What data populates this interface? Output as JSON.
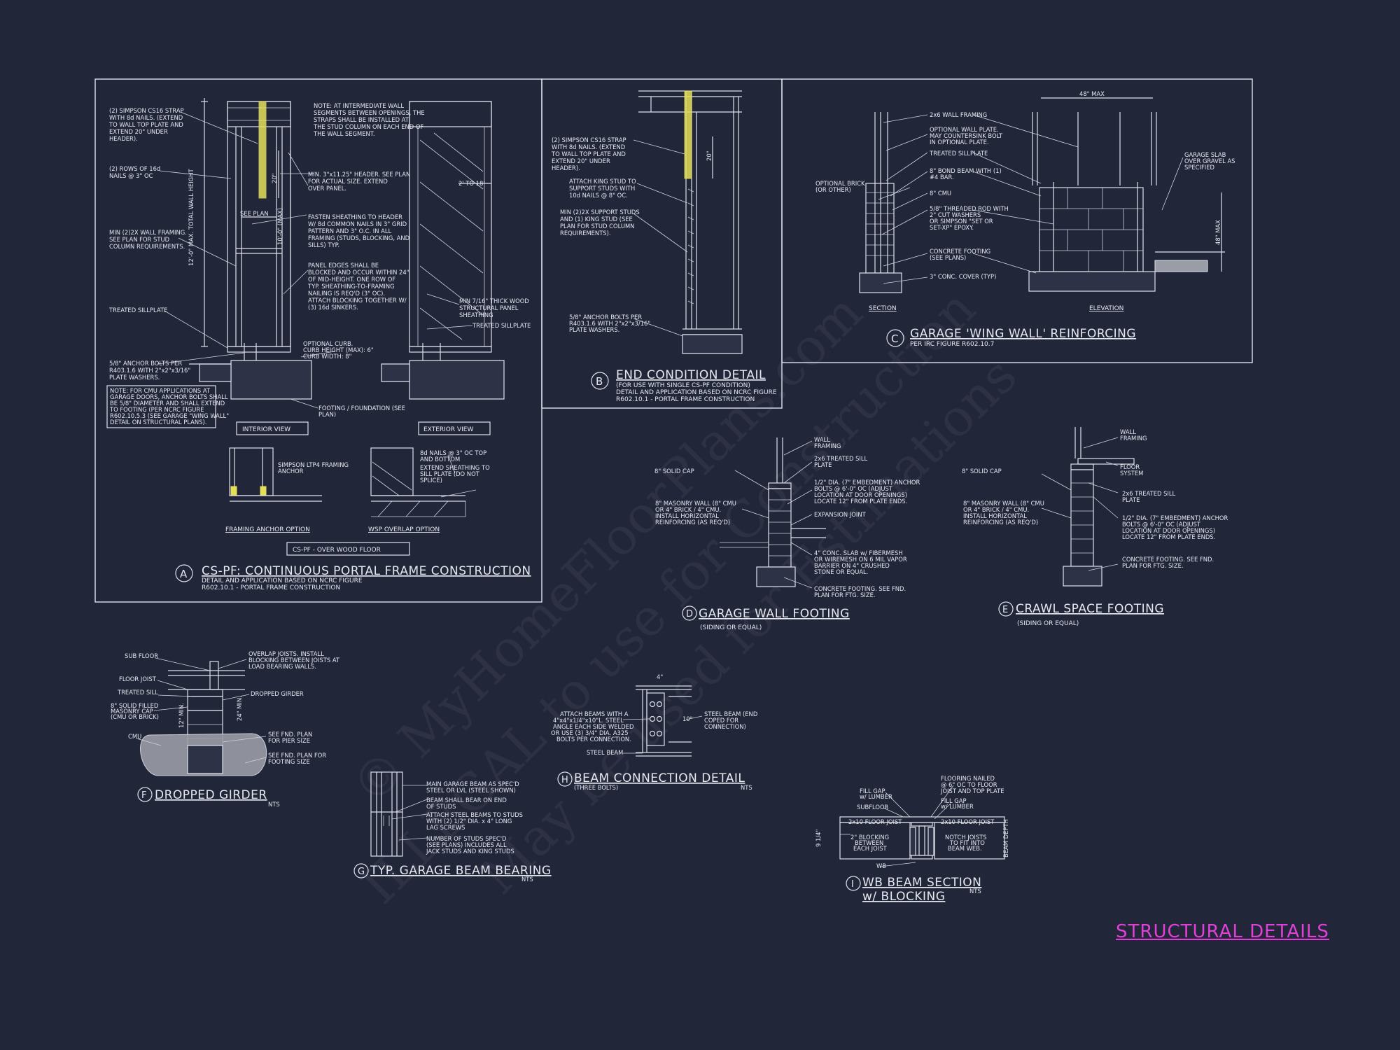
{
  "sheet_title": "STRUCTURAL DETAILS",
  "watermark": [
    "© MyHomeFloorPlans.com",
    "ILLEGAL to use for Construction",
    "May be used for Estimations"
  ],
  "detail_a": {
    "letter": "A",
    "title": "CS-PF: CONTINUOUS PORTAL FRAME CONSTRUCTION",
    "subtitle_1": "DETAIL AND APPLICATION BASED ON NCRC FIGURE",
    "subtitle_2": "R602.10.1 - PORTAL FRAME CONSTRUCTION",
    "interior_view": "INTERIOR VIEW",
    "exterior_view": "EXTERIOR VIEW",
    "framing_anchor_option": "FRAMING ANCHOR OPTION",
    "wsp_overlap_option": "WSP OVERLAP OPTION",
    "over_wood_floor": "CS-PF - OVER WOOD FLOOR",
    "dim_20": "20\"",
    "dim_2to18": "2' TO 18'",
    "dim_see_plan": "SEE PLAN",
    "dim_height_total": "12'-0\" MAX. TOTAL WALL HEIGHT",
    "dim_height_max": "10'-0\" (MAX)",
    "notes": {
      "strap": [
        "(2) SIMPSON CS16 STRAP",
        "WITH 8d NAILS. (EXTEND",
        "TO WALL TOP PLATE AND",
        "EXTEND 20\" UNDER",
        "HEADER)."
      ],
      "rows": [
        "(2) ROWS OF 16d",
        "NAILS @ 3\" OC"
      ],
      "framing": [
        "MIN (2)2X WALL FRAMING.",
        "SEE PLAN FOR STUD",
        "COLUMN REQUIREMENTS."
      ],
      "sillplate": [
        "TREATED SILLPLATE"
      ],
      "anchor": [
        "5/8\" ANCHOR BOLTS PER",
        "R403.1.6 WITH 2\"x2\"x3/16\"",
        "PLATE WASHERS."
      ],
      "cmu_note": [
        "NOTE: FOR CMU APPLICATIONS AT",
        "GARAGE DOORS, ANCHOR BOLTS SHALL",
        "BE 5/8\" DIAMETER AND SHALL EXTEND",
        "TO FOOTING (PER NCRC FIGURE",
        "R602.10.5.3 (SEE GARAGE \"WING WALL\"",
        "DETAIL ON STRUCTURAL PLANS)."
      ],
      "intermediate": [
        "NOTE: AT INTERMEDIATE WALL",
        "SEGMENTS BETWEEN OPENINGS, THE",
        "STRAPS SHALL BE INSTALLED AT",
        "THE STUD COLUMN ON EACH END OF",
        "THE WALL SEGMENT."
      ],
      "header": [
        "MIN. 3\"x11.25\" HEADER. SEE PLAN",
        "FOR ACTUAL SIZE. EXTEND",
        "OVER PANEL."
      ],
      "fasten": [
        "FASTEN SHEATHING TO HEADER",
        "W/ 8d COMMON NAILS IN 3\" GRID",
        "PATTERN AND 3\" O.C. IN ALL",
        "FRAMING (STUDS, BLOCKING, AND",
        "SILLS) TYP."
      ],
      "panel": [
        "PANEL EDGES SHALL BE",
        "BLOCKED AND OCCUR WITHIN 24\"",
        "OF MID-HEIGHT. ONE ROW OF",
        "TYP. SHEATHING-TO-FRAMING",
        "NAILING IS REQ'D (3\" OC).",
        "ATTACH BLOCKING TOGETHER W/",
        "(3) 16d SINKERS."
      ],
      "wood_panel": [
        "MIN 7/16\" THICK WOOD",
        "STRUCTURAL PANEL",
        "SHEATHING"
      ],
      "treated_right": [
        "TREATED SILLPLATE"
      ],
      "curb": [
        "OPTIONAL CURB.",
        "CURB HEIGHT (MAX): 6\"",
        "CURB WIDTH: 8\""
      ],
      "footing": [
        "FOOTING / FOUNDATION (SEE",
        "PLAN)"
      ],
      "simpson_ltp4": [
        "SIMPSON LTP4 FRAMING",
        "ANCHOR"
      ],
      "nails_8d": [
        "8d NAILS @ 3\" OC TOP",
        "AND BOTTOM"
      ],
      "extend_sheathing": [
        "EXTEND SHEATHING TO",
        "SILL PLATE (DO NOT",
        "SPLICE)"
      ]
    }
  },
  "detail_b": {
    "letter": "B",
    "title": "END CONDITION DETAIL",
    "subtitle_1": "(FOR USE WITH SINGLE CS-PF CONDITION)",
    "subtitle_2": "DETAIL AND APPLICATION BASED ON NCRC FIGURE",
    "subtitle_3": "R602.10.1 - PORTAL FRAME CONSTRUCTION",
    "dim_20": "20\"",
    "notes": {
      "strap": [
        "(2) SIMPSON CS16 STRAP",
        "WITH 8d NAILS. (EXTEND",
        "TO WALL TOP PLATE AND",
        "EXTEND 20\" UNDER",
        "HEADER)."
      ],
      "king": [
        "ATTACH KING STUD TO",
        "SUPPORT STUDS WITH",
        "10d NAILS @ 8\" OC."
      ],
      "support": [
        "MIN (2)2X SUPPORT STUDS",
        "AND (1) KING STUD (SEE",
        "PLAN FOR STUD COLUMN",
        "REQUIREMENTS)."
      ],
      "anchor": [
        "5/8\" ANCHOR BOLTS PER",
        "R403.1.6 WITH 2\"x2\"x3/16\"",
        "PLATE WASHERS."
      ]
    }
  },
  "detail_c": {
    "letter": "C",
    "title": "GARAGE 'WING WALL' REINFORCING",
    "subtitle": "PER IRC FIGURE R602.10.7",
    "section": "SECTION",
    "elevation": "ELEVATION",
    "dim_width": "48\" MAX",
    "dim_height": "48\" MAX",
    "notes": {
      "framing": [
        "2x6 WALL FRAMING"
      ],
      "optional_plate": [
        "OPTIONAL WALL PLATE.",
        "MAY COUNTERSINK BOLT",
        "IN OPTIONAL PLATE."
      ],
      "treated": [
        "TREATED SILLPLATE"
      ],
      "bond_beam": [
        "8\" BOND BEAM WITH (1)",
        "#4 BAR."
      ],
      "cmu": [
        "8\" CMU"
      ],
      "rod": [
        "5/8\" THREADED ROD WITH",
        "2\" CUT WASHERS",
        "OR SIMPSON \"SET OR",
        "SET-XP\" EPOXY."
      ],
      "footing": [
        "CONCRETE FOOTING",
        "(SEE PLANS)"
      ],
      "cover": [
        "3\" CONC. COVER (TYP)"
      ],
      "brick": [
        "OPTIONAL BRICK",
        "(OR OTHER)"
      ],
      "slab": [
        "GARAGE SLAB",
        "OVER GRAVEL AS",
        "SPECIFIED"
      ]
    }
  },
  "detail_d": {
    "letter": "D",
    "title": "GARAGE WALL FOOTING",
    "subtitle": "(SIDING OR EQUAL)",
    "notes": {
      "wall": [
        "WALL",
        "FRAMING"
      ],
      "sill": [
        "2x6 TREATED SILL",
        "PLATE"
      ],
      "cap": [
        "8\" SOLID CAP"
      ],
      "anchor": [
        "1/2\" DIA. (7\" EMBEDMENT) ANCHOR",
        "BOLTS @ 6'-0\" OC (ADJUST",
        "LOCATION AT DOOR OPENINGS)",
        "LOCATE 12\" FROM PLATE ENDS."
      ],
      "masonry": [
        "8\" MASONRY WALL (8\" CMU",
        "OR 4\" BRICK / 4\" CMU.",
        "INSTALL HORIZONTAL",
        "REINFORCING (AS REQ'D)"
      ],
      "joint": [
        "EXPANSION JOINT"
      ],
      "slab": [
        "4\" CONC. SLAB w/ FIBERMESH",
        "OR WIREMESH ON 6 MIL VAPOR",
        "BARRIER ON 4\" CRUSHED",
        "STONE OR EQUAL."
      ],
      "footing": [
        "CONCRETE FOOTING. SEE FND.",
        "PLAN FOR FTG. SIZE."
      ]
    }
  },
  "detail_e": {
    "letter": "E",
    "title": "CRAWL SPACE FOOTING",
    "subtitle": "(SIDING OR EQUAL)",
    "notes": {
      "wall": [
        "WALL",
        "FRAMING"
      ],
      "floor": [
        "FLOOR",
        "SYSTEM"
      ],
      "cap": [
        "8\" SOLID CAP"
      ],
      "sill": [
        "2x6 TREATED SILL",
        "PLATE"
      ],
      "masonry": [
        "8\" MASONRY WALL (8\" CMU",
        "OR 4\" BRICK / 4\" CMU.",
        "INSTALL HORIZONTAL",
        "REINFORCING (AS REQ'D)"
      ],
      "anchor": [
        "1/2\" DIA. (7\" EMBEDMENT) ANCHOR",
        "BOLTS @ 6'-0\" OC (ADJUST",
        "LOCATION AT DOOR OPENINGS)",
        "LOCATE 12\" FROM PLATE ENDS."
      ],
      "footing": [
        "CONCRETE FOOTING. SEE FND.",
        "PLAN FOR FTG. SIZE."
      ]
    }
  },
  "detail_f": {
    "letter": "F",
    "title": "DROPPED GIRDER",
    "nts": "NTS",
    "dim_12": "12\" MIN.",
    "dim_24": "24\" MIN.",
    "notes": {
      "subfloor": [
        "SUB FLOOR"
      ],
      "joist": [
        "FLOOR JOIST"
      ],
      "sill": [
        "TREATED SILL"
      ],
      "masonry": [
        "8\" SOLID FILLED",
        "MASONRY CAP",
        "(CMU OR BRICK)"
      ],
      "cmu": [
        "CMU"
      ],
      "overlap": [
        "OVERLAP JOISTS. INSTALL",
        "BLOCKING BETWEEN JOISTS AT",
        "LOAD BEARING WALLS."
      ],
      "girder": [
        "DROPPED GIRDER"
      ],
      "pier": [
        "SEE FND. PLAN",
        "FOR PIER SIZE"
      ],
      "footing": [
        "SEE FND. PLAN FOR",
        "FOOTING SIZE"
      ]
    }
  },
  "detail_g": {
    "letter": "G",
    "title": "TYP. GARAGE BEAM BEARING",
    "nts": "NTS",
    "notes": {
      "main": [
        "MAIN GARAGE BEAM AS SPEC'D",
        "STEEL OR LVL (STEEL SHOWN)"
      ],
      "bear": [
        "BEAM SHALL BEAR ON END",
        "OF STUDS"
      ],
      "attach": [
        "ATTACH STEEL BEAMS TO STUDS",
        "WITH (2) 1/2\" DIA. x 4\" LONG",
        "LAG SCREWS"
      ],
      "studs": [
        "NUMBER OF STUDS SPEC'D",
        "(SEE PLANS) INCLUDES ALL",
        "JACK STUDS AND KING STUDS"
      ]
    }
  },
  "detail_h": {
    "letter": "H",
    "title": "BEAM CONNECTION DETAIL",
    "subtitle": "(THREE BOLTS)",
    "nts": "NTS",
    "dim_4": "4\"",
    "dim_10": "10\"",
    "notes": {
      "attach": [
        "ATTACH BEAMS WITH A",
        "4\"x4\"x1/4\"x10\"L. STEEL",
        "ANGLE EACH SIDE WELDED",
        "OR USE (3) 3/4\" DIA. A325",
        "BOLTS PER CONNECTION."
      ],
      "steel_end": [
        "STEEL BEAM (END",
        "COPED FOR",
        "CONNECTION)"
      ],
      "steel": [
        "STEEL BEAM"
      ]
    }
  },
  "detail_i": {
    "letter": "I",
    "title_1": "WB BEAM SECTION",
    "title_2": "w/ BLOCKING",
    "nts": "NTS",
    "dim_left": "9 1/4\"",
    "dim_right": "BEAM DEPTH",
    "notes": {
      "fill_left": [
        "FILL GAP",
        "w/ LUMBER"
      ],
      "subfloor": [
        "SUBFLOOR"
      ],
      "joist_left": [
        "2x10 FLOOR JOIST"
      ],
      "blocking": [
        "2\" BLOCKING",
        "BETWEEN",
        "EACH JOIST"
      ],
      "wb": [
        "WB"
      ],
      "flooring": [
        "FLOORING NAILED",
        "@ 6\" OC TO FLOOR",
        "JOIST AND TOP PLATE"
      ],
      "fill_right": [
        "FILL GAP",
        "w/ LUMBER"
      ],
      "joist_right": [
        "2x10 FLOOR JOIST"
      ],
      "notch": [
        "NOTCH JOISTS",
        "TO FIT INTO",
        "BEAM WEB."
      ]
    }
  }
}
